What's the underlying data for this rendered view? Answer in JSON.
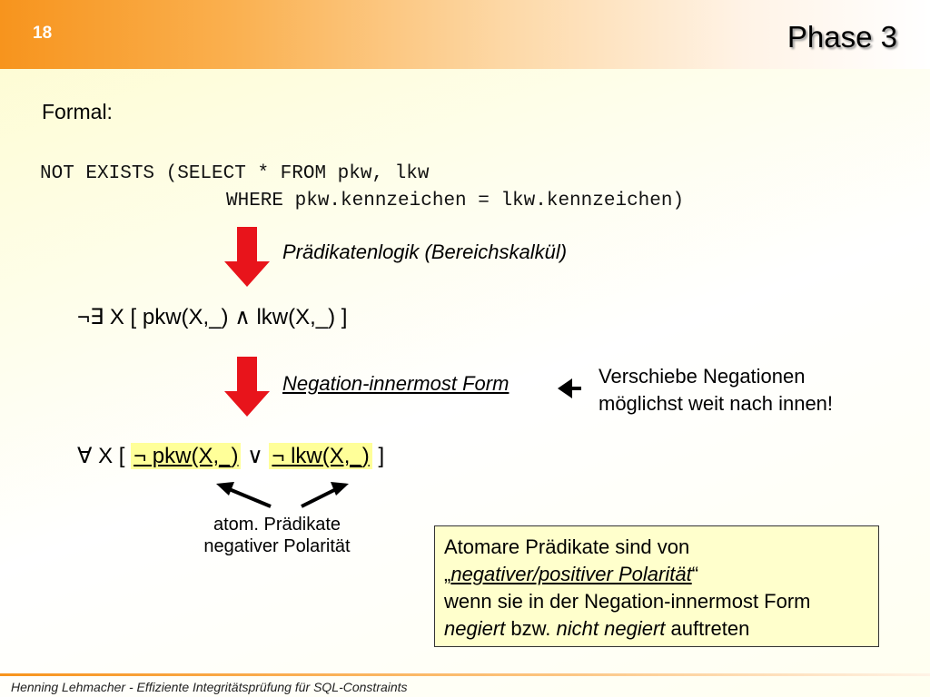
{
  "header": {
    "slide_number": "18",
    "title": "Phase 3"
  },
  "body": {
    "formal_label": "Formal:",
    "sql_line1": "NOT EXISTS (SELECT * FROM pkw, lkw",
    "sql_line2": "WHERE pkw.kennzeichen = lkw.kennzeichen)",
    "step1_label": "Prädikatenlogik (Bereichskalkül)",
    "formula1": "¬∃ X [ pkw(X,_) ∧ lkw(X,_) ]",
    "step2_label": "Negation-innermost Form",
    "side_note_line1": "Verschiebe Negationen",
    "side_note_line2": "möglichst weit nach innen!",
    "formula2": {
      "prefix": "∀ X [",
      "atom1": "¬ pkw(X,_)",
      "connector": "∨",
      "atom2": "¬ lkw(X,_)",
      "suffix": "]"
    },
    "atom_note_line1": "atom. Prädikate",
    "atom_note_line2": "negativer Polarität"
  },
  "info_box": {
    "line1": "Atomare Prädikate sind von",
    "open_quote": "„",
    "emphasis": "negativer/positiver Polarität",
    "close_quote": "“",
    "line3": "wenn sie in der Negation-innermost Form",
    "negiert": "negiert",
    "bzw": " bzw. ",
    "nicht_negiert": "nicht negiert",
    "auftreten": " auftreten"
  },
  "footer": {
    "text": "Henning Lehmacher  -  Effiziente Integritätsprüfung für SQL-Constraints"
  },
  "colors": {
    "accent_orange": "#f7941d",
    "arrow_red": "#e8141b",
    "highlight_yellow": "#ffff99",
    "box_fill": "#ffffcc"
  }
}
